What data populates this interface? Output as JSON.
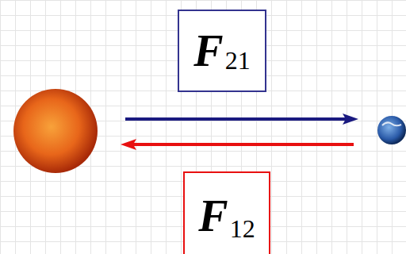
{
  "diagram": {
    "nodes": [
      {
        "text": [
          "F",
          "21"
        ]
      },
      {
        "text": [
          "F",
          "12"
        ]
      }
    ]
  }
}
